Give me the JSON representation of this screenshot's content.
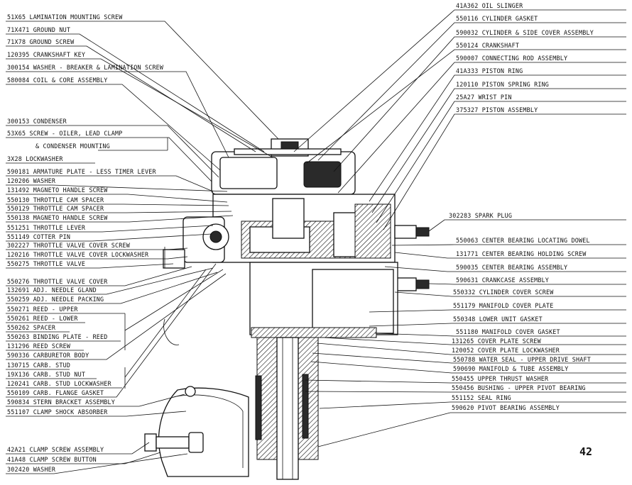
{
  "page_number": "42",
  "left_labels": [
    "51X65 LAMINATION MOUNTING SCREW",
    "71X471 GROUND NUT",
    "71X78 GROUND SCREW",
    "120395 CRANKSHAFT KEY",
    "300154 WASHER - BREAKER & LAMINATION SCREW",
    "580084 COIL & CORE ASSEMBLY",
    "300153 CONDENSER",
    "53X65 SCREW - OILER, LEAD CLAMP",
    "& CONDENSER MOUNTING",
    "3X28 LOCKWASHER",
    "590181 ARMATURE PLATE - LESS TIMER LEVER",
    "120206 WASHER",
    "131492 MAGNETO HANDLE SCREW",
    "550130 THROTTLE CAM SPACER",
    "550129 THROTTLE CAM SPACER",
    "550138 MAGNETO HANDLE SCREW",
    "551251 THROTTLE LEVER",
    "551149 COTTER PIN",
    "302227 THROTTLE VALVE COVER SCREW",
    "120216 THROTTLE VALVE COVER LOCKWASHER",
    "550275 THROTTLE VALVE",
    "550276 THROTTLE VALVE COVER",
    "132691 ADJ. NEEDLE GLAND",
    "550259 ADJ. NEEDLE PACKING",
    "550271 REED - UPPER",
    "550261 REED - LOWER",
    "550262 SPACER",
    "550263 BINDING PLATE - REED",
    "131296 REED SCREW",
    "590336 CARBURETOR BODY",
    "130715 CARB. STUD",
    "19X136 CARB. STUD NUT",
    "120241 CARB. STUD LOCKWASHER",
    "550109 CARB. FLANGE GASKET",
    "590834 STERN BRACKET ASSEMBLY",
    "551107 CLAMP SHOCK ABSORBER",
    "42A21 CLAMP SCREW ASSEMBLY",
    "41A48 CLAMP SCREW BUTTON",
    "302420 WASHER"
  ],
  "right_labels": [
    "41A362 OIL SLINGER",
    "550116 CYLINDER GASKET",
    "590032 CYLINDER & SIDE COVER ASSEMBLY",
    "550124 CRANKSHAFT",
    "590007 CONNECTING ROD ASSEMBLY",
    "41A333 PISTON RING",
    "120110 PISTON SPRING RING",
    "25A27 WRIST PIN",
    "375327 PISTON ASSEMBLY",
    "302283 SPARK PLUG",
    "550063 CENTER BEARING LOCATING DOWEL",
    "131771 CENTER BEARING HOLDING SCREW",
    "590035 CENTER BEARING ASSEMBLY",
    "590631 CRANKCASE ASSEMBLY",
    "550332 CYLINDER COVER SCREW",
    "551179 MANIFOLD COVER PLATE",
    "550348 LOWER UNIT GASKET",
    "551180 MANIFOLD COVER GASKET",
    "131265 COVER PLATE SCREW",
    "120052 COVER PLATE LOCKWASHER",
    "550788 WATER SEAL - UPPER DRIVE SHAFT",
    "590690 MANIFOLD & TUBE ASSEMBLY",
    "550455 UPPER THRUST WASHER",
    "550456 BUSHING - UPPER PIVOT BEARING",
    "551152 SEAL RING",
    "590620 PIVOT BEARING ASSEMBLY"
  ]
}
